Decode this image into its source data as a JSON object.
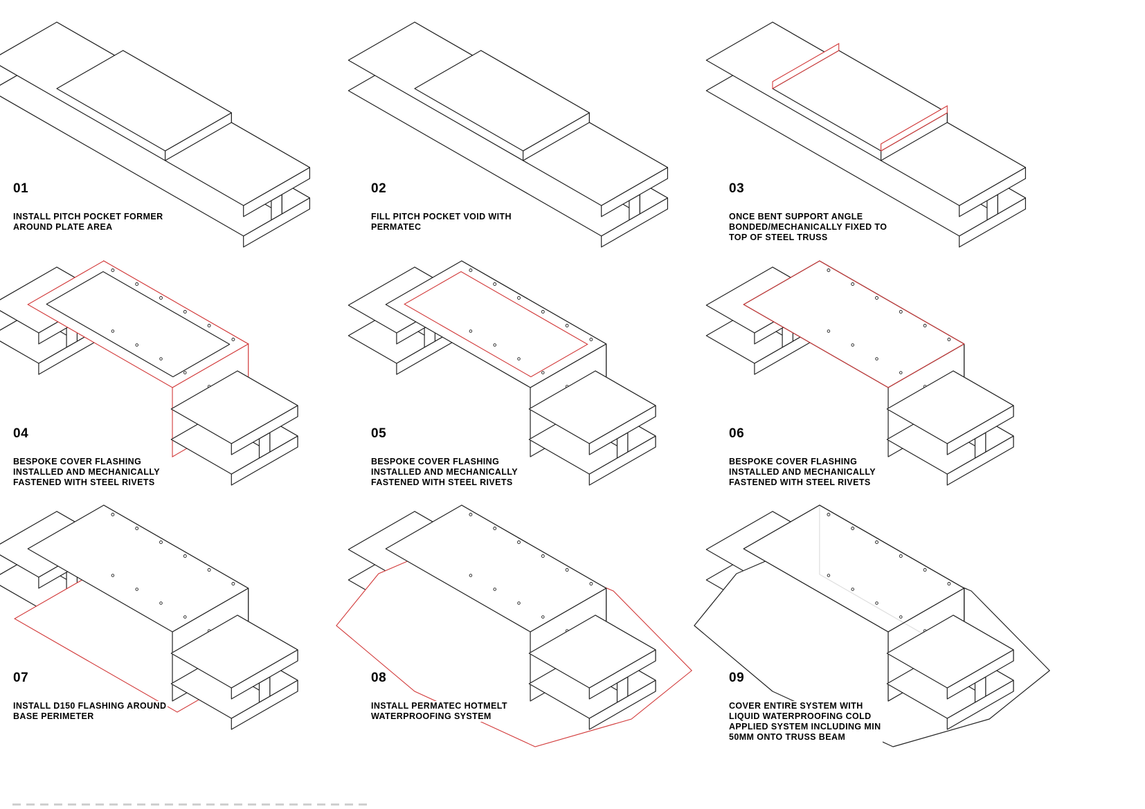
{
  "colors": {
    "line": "#222222",
    "accent_red": "#d23a3a",
    "membrane_red": "#d9534f",
    "membrane_grey": "#9a9a9a"
  },
  "steps": [
    {
      "number": "01",
      "text": "INSTALL PITCH POCKET FORMER\nAROUND PLATE AREA",
      "stage": 1
    },
    {
      "number": "02",
      "text": "FILL PITCH POCKET VOID WITH\nPERMATEC",
      "stage": 2
    },
    {
      "number": "03",
      "text": "ONCE BENT SUPPORT ANGLE\nBONDED/MECHANICALLY FIXED TO\nTOP OF STEEL TRUSS",
      "stage": 3
    },
    {
      "number": "04",
      "text": "BESPOKE COVER FLASHING\nINSTALLED AND MECHANICALLY\nFASTENED WITH STEEL RIVETS",
      "stage": 4
    },
    {
      "number": "05",
      "text": "BESPOKE COVER FLASHING\nINSTALLED AND MECHANICALLY\nFASTENED WITH STEEL RIVETS",
      "stage": 5
    },
    {
      "number": "06",
      "text": "BESPOKE COVER FLASHING\nINSTALLED AND MECHANICALLY\nFASTENED WITH STEEL RIVETS",
      "stage": 6
    },
    {
      "number": "07",
      "text": "INSTALL D150 FLASHING AROUND\nBASE PERIMETER",
      "stage": 7
    },
    {
      "number": "08",
      "text": "INSTALL PERMATEC HOTMELT\nWATERPROOFING SYSTEM",
      "stage": 8
    },
    {
      "number": "09",
      "text": "COVER ENTIRE SYSTEM WITH\nLIQUID WATERPROOFING COLD\nAPPLIED SYSTEM INCLUDING MIN\n50MM ONTO TRUSS BEAM",
      "stage": 9
    }
  ]
}
